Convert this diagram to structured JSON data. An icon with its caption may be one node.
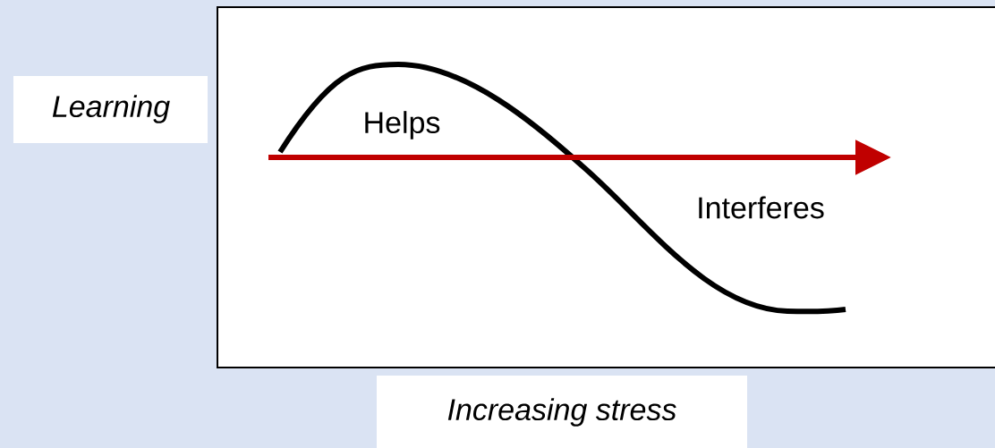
{
  "diagram": {
    "labels": [
      "Learning",
      "Helps",
      "Interferes",
      "Increasing stress"
    ]
  }
}
